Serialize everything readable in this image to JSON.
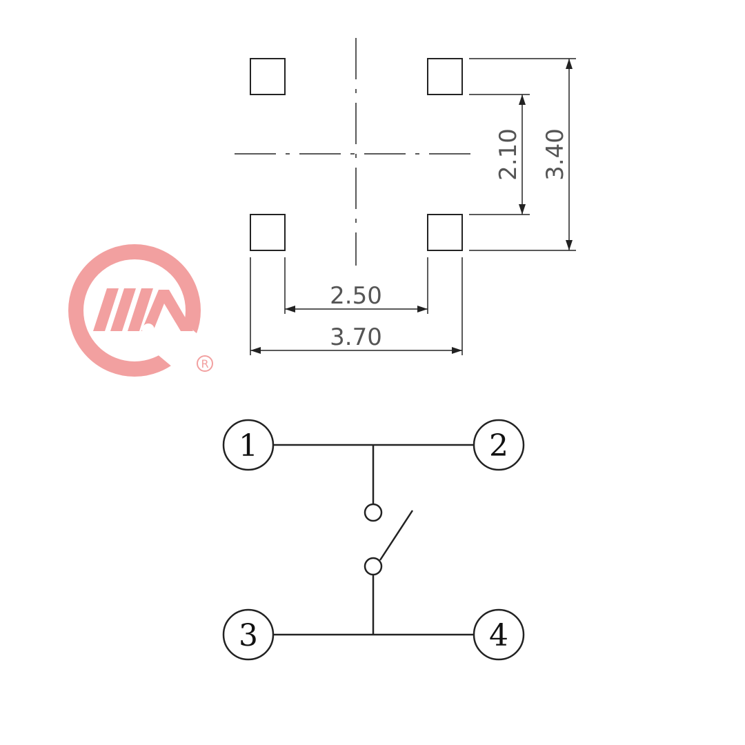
{
  "footprint": {
    "dimensions": {
      "pad_pitch_y": "2.10",
      "overall_y": "3.40",
      "pad_pitch_x": "2.50",
      "overall_x": "3.70"
    }
  },
  "schematic": {
    "pins": [
      "1",
      "2",
      "3",
      "4"
    ],
    "symbol": "normally-open push switch"
  },
  "logo": {
    "registered_mark": "R",
    "color": "#f2a0a0"
  },
  "colors": {
    "line": "#222222",
    "dimension_text": "#555555",
    "logo": "#f2a0a0"
  }
}
